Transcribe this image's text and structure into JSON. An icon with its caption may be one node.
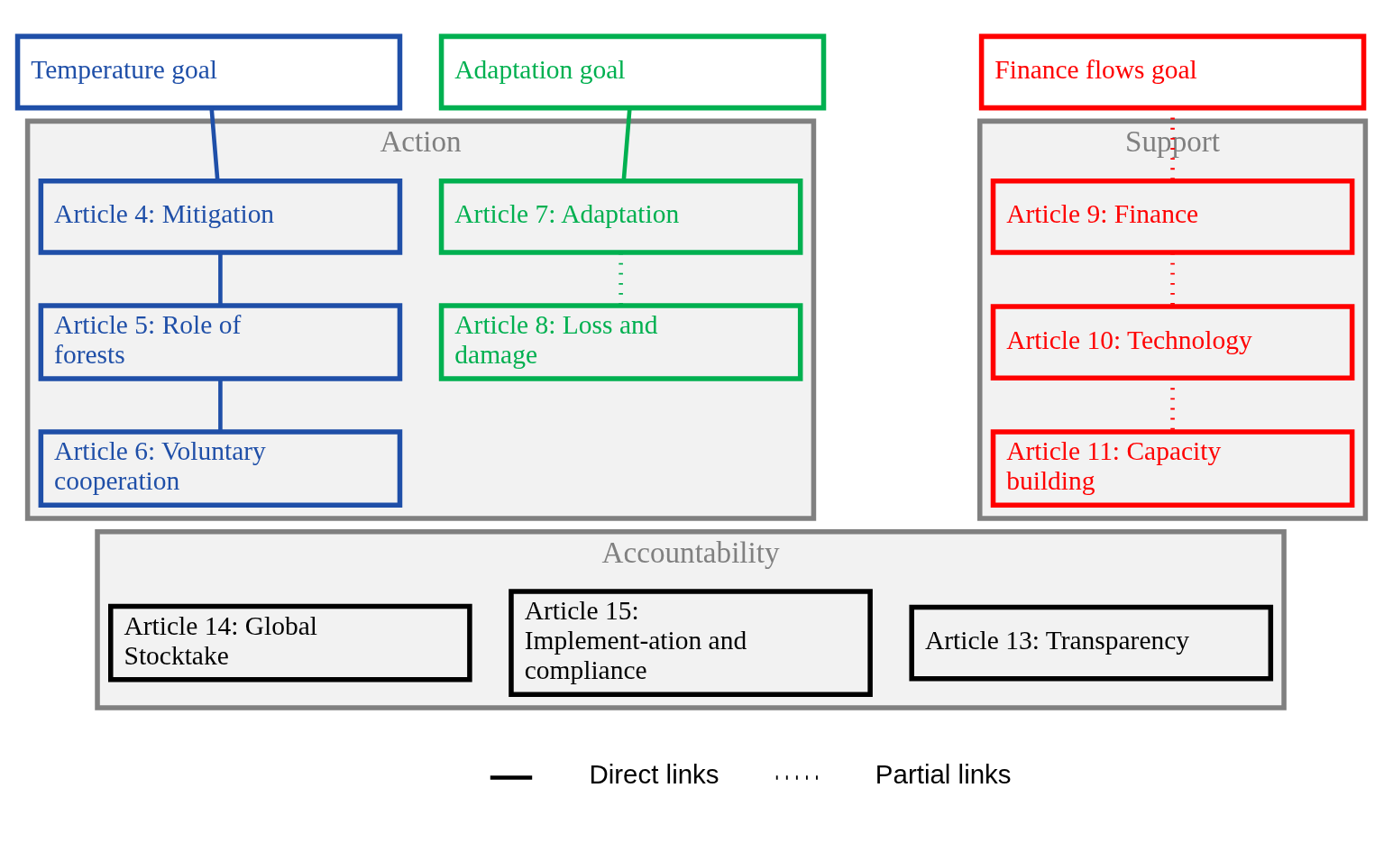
{
  "diagram": {
    "nodes": [
      {
        "text": [
          "Temperature goal"
        ]
      },
      {
        "text": [
          "Adaptation goal"
        ]
      },
      {
        "text": [
          "Finance flows goal"
        ]
      },
      {
        "text": [
          "Action"
        ]
      },
      {
        "text": [
          "Article 4: Mitigation"
        ],
        "in": 3
      },
      {
        "text": [
          "Article 5: Role of forests"
        ],
        "in": 3
      },
      {
        "text": [
          "Article 6: Voluntary cooperation"
        ],
        "in": 3
      },
      {
        "text": [
          "Article 7: Adaptation"
        ],
        "in": 3
      },
      {
        "text": [
          "Article 8: Loss and damage"
        ],
        "in": 3
      },
      {
        "text": [
          "Support"
        ]
      },
      {
        "text": [
          "Article 9: Finance"
        ],
        "in": 9
      },
      {
        "text": [
          "Article 10: Technology"
        ],
        "in": 9
      },
      {
        "text": [
          "Article 11: Capacity building"
        ],
        "in": 9
      },
      {
        "text": [
          "Accountability"
        ]
      },
      {
        "text": [
          "Article 13: Transparency"
        ],
        "in": 13
      },
      {
        "text": [
          "Article 14: Global Stocktake"
        ],
        "in": 13
      },
      {
        "text": [
          "Article 15: Implement-ation and compliance"
        ],
        "in": 13
      }
    ],
    "edges": [
      {
        "from": 0,
        "to": 4,
        "arrow": "none",
        "color": "#1f4fa8"
      },
      {
        "from": 4,
        "to": 5,
        "arrow": "none",
        "color": "#1f4fa8"
      },
      {
        "from": 5,
        "to": 6,
        "arrow": "none",
        "color": "#1f4fa8"
      },
      {
        "from": 1,
        "to": 7,
        "arrow": "none",
        "color": "#00b050"
      },
      {
        "from": 7,
        "to": 8,
        "arrow": "none",
        "style": "dashed",
        "color": "#00b050"
      },
      {
        "from": 2,
        "to": 10,
        "arrow": "none",
        "style": "dashed",
        "color": "#ff0000"
      },
      {
        "from": 10,
        "to": 11,
        "arrow": "none",
        "style": "dashed",
        "color": "#ff0000"
      },
      {
        "from": 11,
        "to": 12,
        "arrow": "none",
        "style": "dashed",
        "color": "#ff0000"
      }
    ],
    "legend": [
      {
        "text": "Direct links"
      },
      {
        "text": "Partial links"
      }
    ]
  }
}
